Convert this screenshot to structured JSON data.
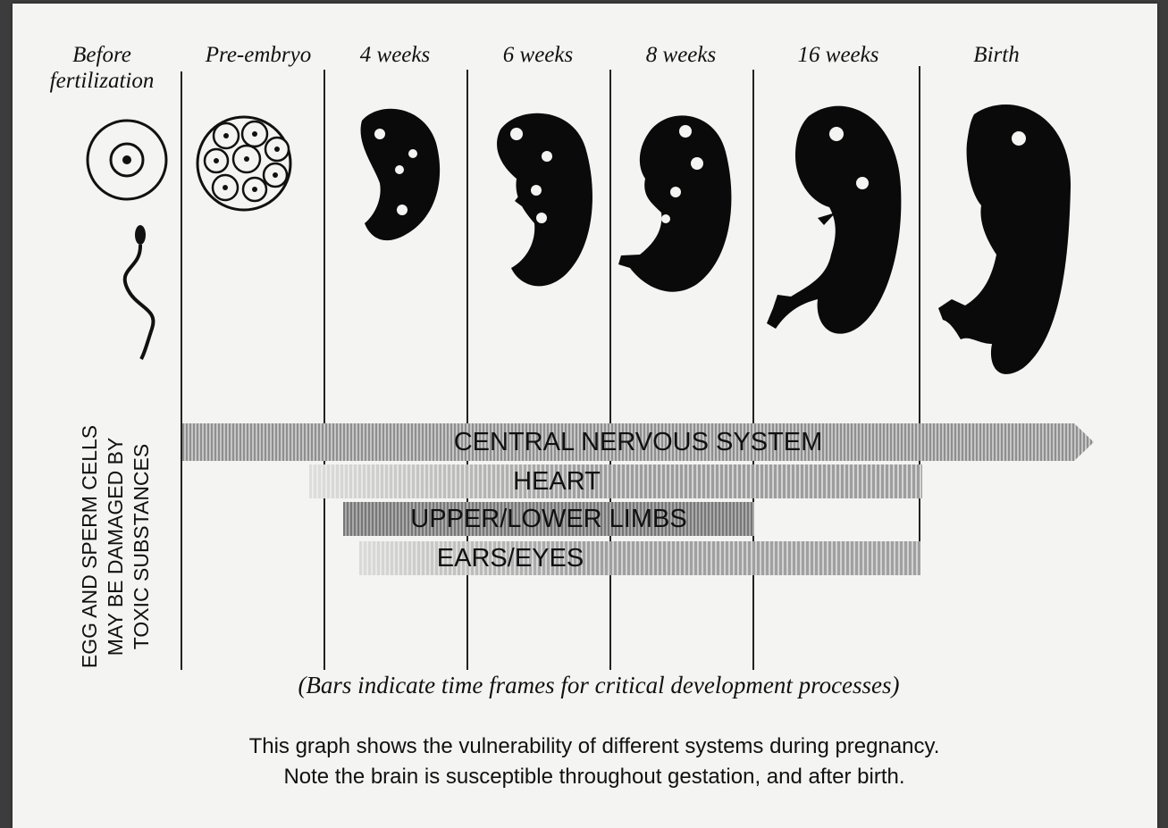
{
  "stages": [
    {
      "id": "before-fertilization",
      "label_line1": "Before",
      "label_line2": "fertilization"
    },
    {
      "id": "pre-embryo",
      "label": "Pre-embryo"
    },
    {
      "id": "4-weeks",
      "label": "4 weeks"
    },
    {
      "id": "6-weeks",
      "label": "6 weeks"
    },
    {
      "id": "8-weeks",
      "label": "8 weeks"
    },
    {
      "id": "16-weeks",
      "label": "16 weeks"
    },
    {
      "id": "birth",
      "label": "Birth"
    }
  ],
  "side_note": {
    "line1": "EGG AND SPERM CELLS",
    "line2": "MAY BE DAMAGED BY",
    "line3": "TOXIC SUBSTANCES"
  },
  "bars": [
    {
      "id": "cns",
      "label": "CENTRAL NERVOUS SYSTEM",
      "from_stage": "pre-embryo",
      "to_stage": "beyond birth"
    },
    {
      "id": "heart",
      "label": "HEART",
      "from_stage": "pre-embryo",
      "to_stage": "16 weeks"
    },
    {
      "id": "limbs",
      "label": "UPPER/LOWER LIMBS",
      "from_stage": "4 weeks",
      "to_stage": "8 weeks"
    },
    {
      "id": "ears-eyes",
      "label": "EARS/EYES",
      "from_stage": "4 weeks",
      "to_stage": "16 weeks"
    }
  ],
  "bars_note": "(Bars indicate time frames for critical development processes)",
  "caption": {
    "line1": "This graph shows the vulnerability of different systems during pregnancy.",
    "line2": "Note the brain is susceptible throughout gestation, and after birth."
  }
}
